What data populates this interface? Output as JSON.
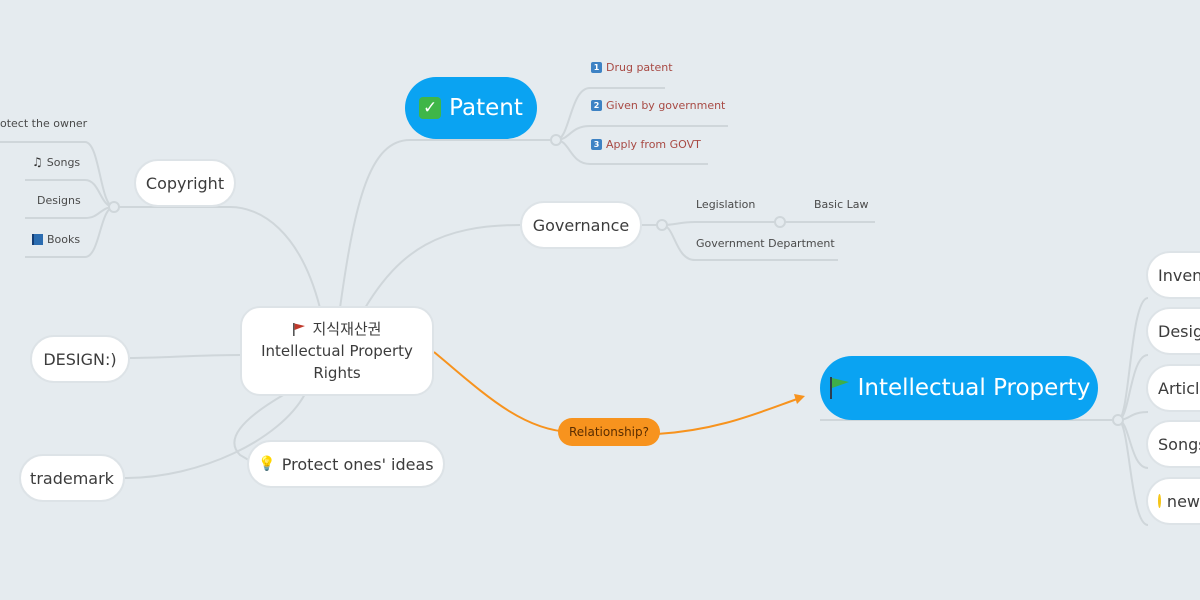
{
  "root": {
    "title": "지식재산권",
    "subtitle": "Intellectual Property Rights",
    "icon": "red-flag-icon"
  },
  "patent": {
    "label": "Patent",
    "icon": "check-mark-icon",
    "items": [
      {
        "num": "1",
        "label": "Drug patent"
      },
      {
        "num": "2",
        "label": "Given by government"
      },
      {
        "num": "3",
        "label": "Apply from GOVT"
      }
    ]
  },
  "governance": {
    "label": "Governance",
    "legislation": "Legislation",
    "basic_law": "Basic Law",
    "department": "Government Department"
  },
  "copyright": {
    "label": "Copyright",
    "items": [
      "otect the owner",
      "Songs",
      "Designs",
      "Books"
    ]
  },
  "design": {
    "label": "DESIGN:)"
  },
  "trademark": {
    "label": "trademark"
  },
  "protect": {
    "label": "Protect ones' ideas",
    "icon": "lightbulb-icon"
  },
  "relationship": {
    "label": "Relationship?"
  },
  "ip": {
    "label": "Intellectual Property",
    "icon": "green-flag-icon",
    "items": [
      "Invent",
      "Desig",
      "Article",
      "Songs",
      "new"
    ]
  },
  "colors": {
    "background": "#e5ebef",
    "blue_node": "#0aa3f2",
    "relationship": "#f7931e",
    "connector": "#cfd6da",
    "leaf_red": "#a84a44"
  }
}
